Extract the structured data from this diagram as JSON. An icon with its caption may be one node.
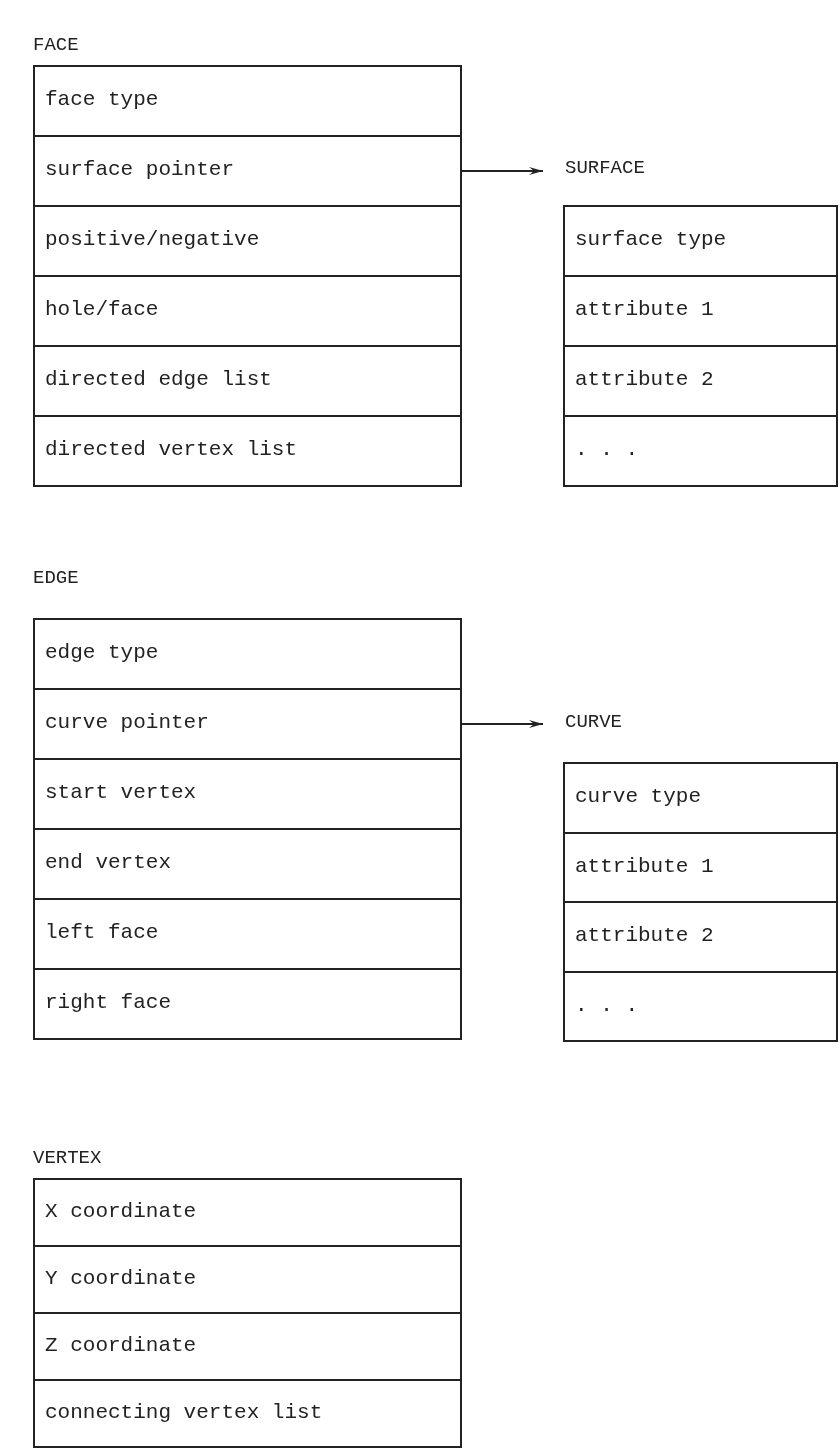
{
  "diagram": {
    "nodes": [
      {
        "text": [
          "FACE"
        ]
      },
      {
        "text": [
          "face type"
        ],
        "in": 0
      },
      {
        "text": [
          "surface pointer"
        ],
        "in": 0
      },
      {
        "text": [
          "positive/negative"
        ],
        "in": 0
      },
      {
        "text": [
          "hole/face"
        ],
        "in": 0
      },
      {
        "text": [
          "directed edge list"
        ],
        "in": 0
      },
      {
        "text": [
          "directed vertex list"
        ],
        "in": 0
      },
      {
        "text": [
          "SURFACE"
        ]
      },
      {
        "text": [
          "surface type"
        ],
        "in": 7
      },
      {
        "text": [
          "attribute 1"
        ],
        "in": 7
      },
      {
        "text": [
          "attribute 2"
        ],
        "in": 7
      },
      {
        "text": [
          ". . ."
        ],
        "in": 7
      },
      {
        "text": [
          "EDGE"
        ]
      },
      {
        "text": [
          "edge type"
        ],
        "in": 12
      },
      {
        "text": [
          "curve pointer"
        ],
        "in": 12
      },
      {
        "text": [
          "start vertex"
        ],
        "in": 12
      },
      {
        "text": [
          "end vertex"
        ],
        "in": 12
      },
      {
        "text": [
          "left face"
        ],
        "in": 12
      },
      {
        "text": [
          "right face"
        ],
        "in": 12
      },
      {
        "text": [
          "CURVE"
        ]
      },
      {
        "text": [
          "curve type"
        ],
        "in": 19
      },
      {
        "text": [
          "attribute 1"
        ],
        "in": 19
      },
      {
        "text": [
          "attribute 2"
        ],
        "in": 19
      },
      {
        "text": [
          ". . ."
        ],
        "in": 19
      },
      {
        "text": [
          "VERTEX"
        ]
      },
      {
        "text": [
          "X coordinate"
        ],
        "in": 24
      },
      {
        "text": [
          "Y coordinate"
        ],
        "in": 24
      },
      {
        "text": [
          "Z coordinate"
        ],
        "in": 24
      },
      {
        "text": [
          "connecting vertex list"
        ],
        "in": 24
      }
    ],
    "edges": [
      {
        "from": 2,
        "to": 7,
        "arrow": "to"
      },
      {
        "from": 14,
        "to": 19,
        "arrow": "to"
      }
    ]
  }
}
